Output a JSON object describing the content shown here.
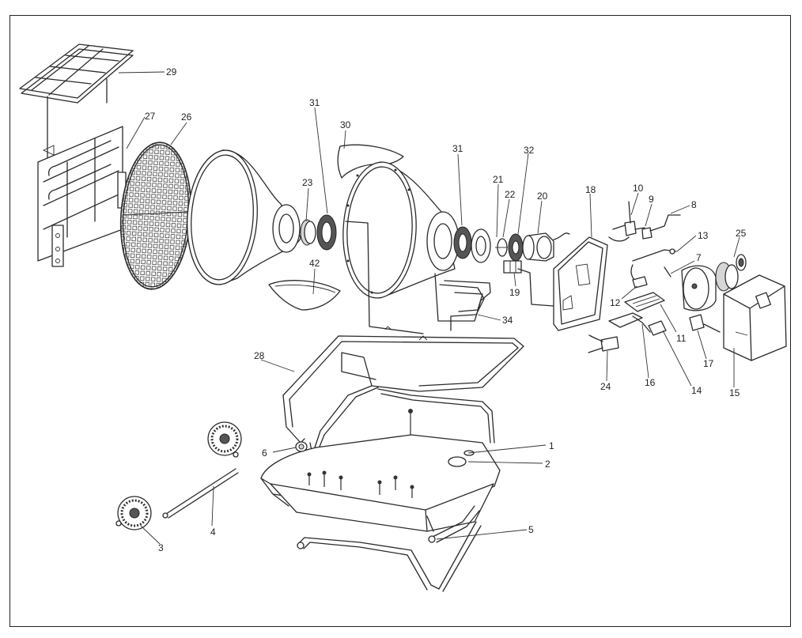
{
  "callouts": [
    {
      "id": "c1",
      "text": "1"
    },
    {
      "id": "c2",
      "text": "2"
    },
    {
      "id": "c3",
      "text": "3"
    },
    {
      "id": "c4",
      "text": "4"
    },
    {
      "id": "c5",
      "text": "5"
    },
    {
      "id": "c6",
      "text": "6"
    },
    {
      "id": "c7",
      "text": "7"
    },
    {
      "id": "c8",
      "text": "8"
    },
    {
      "id": "c9",
      "text": "9"
    },
    {
      "id": "c10",
      "text": "10"
    },
    {
      "id": "c11",
      "text": "11"
    },
    {
      "id": "c12",
      "text": "12"
    },
    {
      "id": "c13",
      "text": "13"
    },
    {
      "id": "c14",
      "text": "14"
    },
    {
      "id": "c15",
      "text": "15"
    },
    {
      "id": "c16",
      "text": "16"
    },
    {
      "id": "c17",
      "text": "17"
    },
    {
      "id": "c18",
      "text": "18"
    },
    {
      "id": "c19",
      "text": "19"
    },
    {
      "id": "c20",
      "text": "20"
    },
    {
      "id": "c21",
      "text": "21"
    },
    {
      "id": "c22",
      "text": "22"
    },
    {
      "id": "c23",
      "text": "23"
    },
    {
      "id": "c24",
      "text": "24"
    },
    {
      "id": "c25",
      "text": "25"
    },
    {
      "id": "c26",
      "text": "26"
    },
    {
      "id": "c27",
      "text": "27"
    },
    {
      "id": "c28",
      "text": "28"
    },
    {
      "id": "c29",
      "text": "29"
    },
    {
      "id": "c30",
      "text": "30"
    },
    {
      "id": "c31a",
      "text": "31"
    },
    {
      "id": "c31b",
      "text": "31"
    },
    {
      "id": "c32",
      "text": "32"
    },
    {
      "id": "c34",
      "text": "34"
    },
    {
      "id": "c42",
      "text": "42"
    }
  ],
  "colors": {
    "line": "#2a2a2a",
    "background": "#ffffff",
    "shade": "#d6d6d6"
  }
}
